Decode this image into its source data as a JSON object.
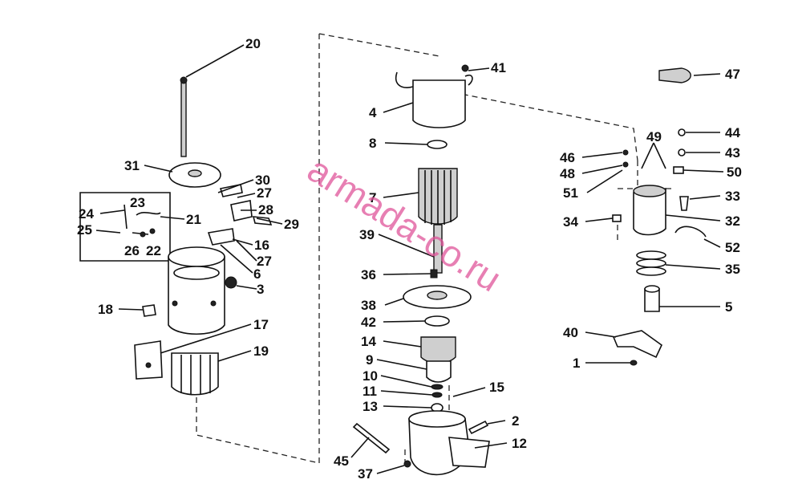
{
  "watermark": "armada-co.ru",
  "callouts": [
    "20",
    "31",
    "30",
    "27",
    "28",
    "29",
    "24",
    "23",
    "21",
    "25",
    "26",
    "22",
    "16",
    "27",
    "6",
    "3",
    "18",
    "17",
    "19",
    "4",
    "41",
    "8",
    "7",
    "39",
    "36",
    "38",
    "42",
    "14",
    "9",
    "10",
    "11",
    "13",
    "15",
    "2",
    "12",
    "45",
    "37",
    "47",
    "44",
    "49",
    "46",
    "43",
    "48",
    "50",
    "51",
    "33",
    "34",
    "32",
    "52",
    "35",
    "5",
    "40",
    "1"
  ]
}
